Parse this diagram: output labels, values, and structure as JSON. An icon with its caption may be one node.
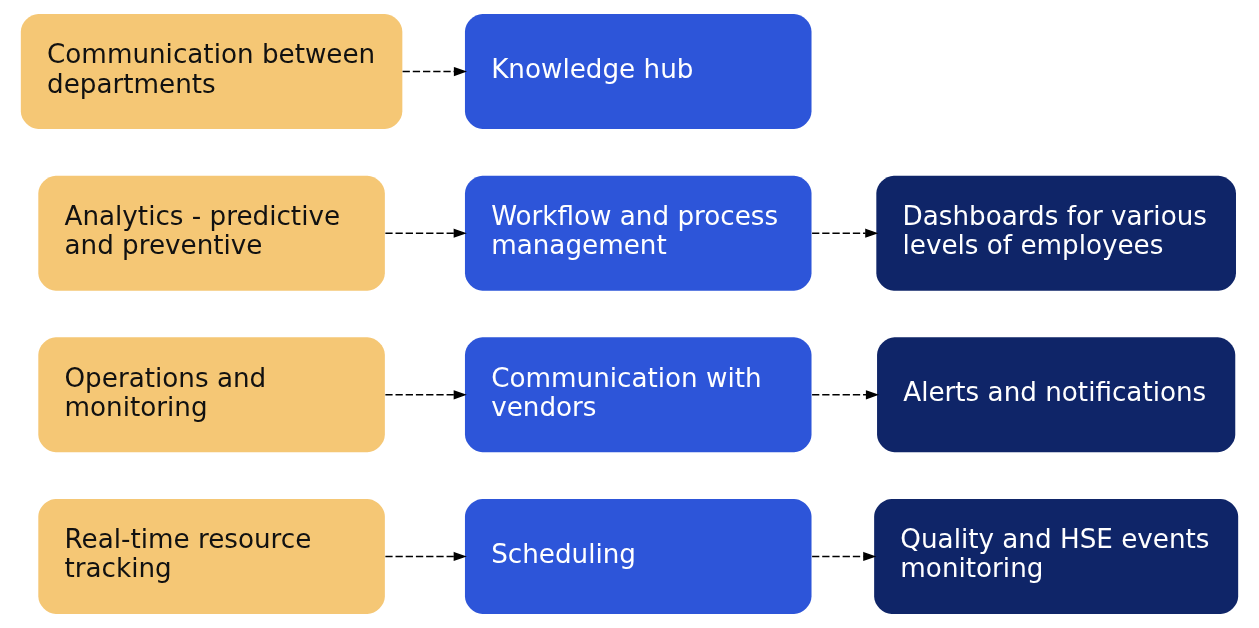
{
  "diagram": {
    "nodes": [
      {
        "text": [
          "Real-time resource tracking"
        ]
      },
      {
        "text": [
          "Scheduling"
        ]
      },
      {
        "text": [
          "Quality and HSE events monitoring"
        ]
      },
      {
        "text": [
          "Operations and monitoring"
        ]
      },
      {
        "text": [
          "Communication with vendors"
        ]
      },
      {
        "text": [
          "Alerts and notifications"
        ]
      },
      {
        "text": [
          "Analytics - predictive and preventive"
        ]
      },
      {
        "text": [
          "Workflow and process management"
        ]
      },
      {
        "text": [
          "Dashboards for various levels of employees"
        ]
      },
      {
        "text": [
          "Communication between departments"
        ]
      },
      {
        "text": [
          "Knowledge hub"
        ]
      }
    ],
    "edges": [
      {
        "from": 0,
        "to": 1,
        "arrow": "to",
        "style": "dashed"
      },
      {
        "from": 1,
        "to": 2,
        "arrow": "to",
        "style": "dashed"
      },
      {
        "from": 3,
        "to": 4,
        "arrow": "to",
        "style": "dashed"
      },
      {
        "from": 4,
        "to": 5,
        "arrow": "to",
        "style": "dashed"
      },
      {
        "from": 6,
        "to": 7,
        "arrow": "to",
        "style": "dashed"
      },
      {
        "from": 7,
        "to": 8,
        "arrow": "to",
        "style": "dashed"
      },
      {
        "from": 9,
        "to": 10,
        "arrow": "to",
        "style": "dashed"
      }
    ]
  }
}
